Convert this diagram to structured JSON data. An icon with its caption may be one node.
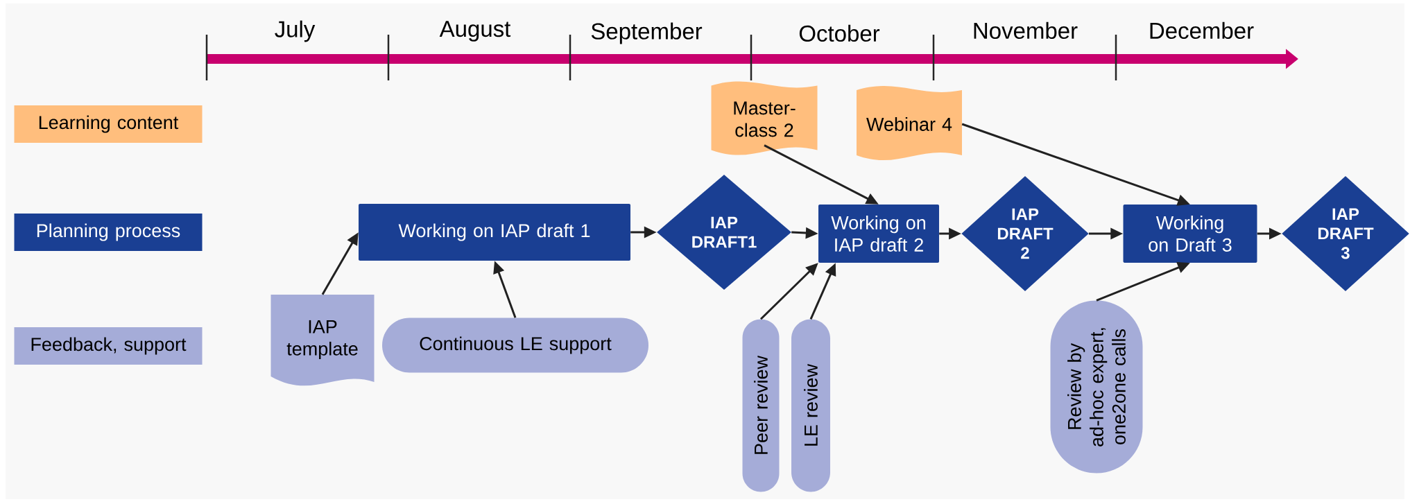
{
  "diagram": {
    "nodes": [
      {
        "text": [
          "Learning content"
        ]
      },
      {
        "text": [
          "Master-class 2"
        ]
      },
      {
        "text": [
          "Webinar 4"
        ]
      },
      {
        "text": [
          "Planning process"
        ]
      },
      {
        "text": [
          "Working on IAP draft 1"
        ]
      },
      {
        "text": [
          "IAP DRAFT1"
        ]
      },
      {
        "text": [
          "Working on IAP draft 2"
        ]
      },
      {
        "text": [
          "IAP DRAFT 2"
        ]
      },
      {
        "text": [
          "Working on Draft 3"
        ]
      },
      {
        "text": [
          "IAP DRAFT 3"
        ]
      },
      {
        "text": [
          "Feedback, support"
        ]
      },
      {
        "text": [
          "IAP template"
        ]
      },
      {
        "text": [
          "Continuous LE support"
        ]
      },
      {
        "text": [
          "Peer review"
        ]
      },
      {
        "text": [
          "LE review"
        ]
      },
      {
        "text": [
          "Review by ad-hoc expert, one2one calls"
        ]
      }
    ],
    "edges": [
      {
        "from": 11,
        "to": 4,
        "arrow": "to"
      },
      {
        "from": 12,
        "to": 4,
        "arrow": "to"
      },
      {
        "from": 4,
        "to": 5,
        "arrow": "to"
      },
      {
        "from": 5,
        "to": 6,
        "arrow": "to"
      },
      {
        "from": 1,
        "to": 6,
        "arrow": "to"
      },
      {
        "from": 13,
        "to": 6,
        "arrow": "to"
      },
      {
        "from": 14,
        "to": 6,
        "arrow": "to"
      },
      {
        "from": 6,
        "to": 7,
        "arrow": "to"
      },
      {
        "from": 7,
        "to": 8,
        "arrow": "to"
      },
      {
        "from": 2,
        "to": 8,
        "arrow": "to"
      },
      {
        "from": 15,
        "to": 8,
        "arrow": "to"
      },
      {
        "from": 8,
        "to": 9,
        "arrow": "to"
      }
    ],
    "labels": [
      "July",
      "August",
      "September",
      "October",
      "November",
      "December"
    ]
  }
}
